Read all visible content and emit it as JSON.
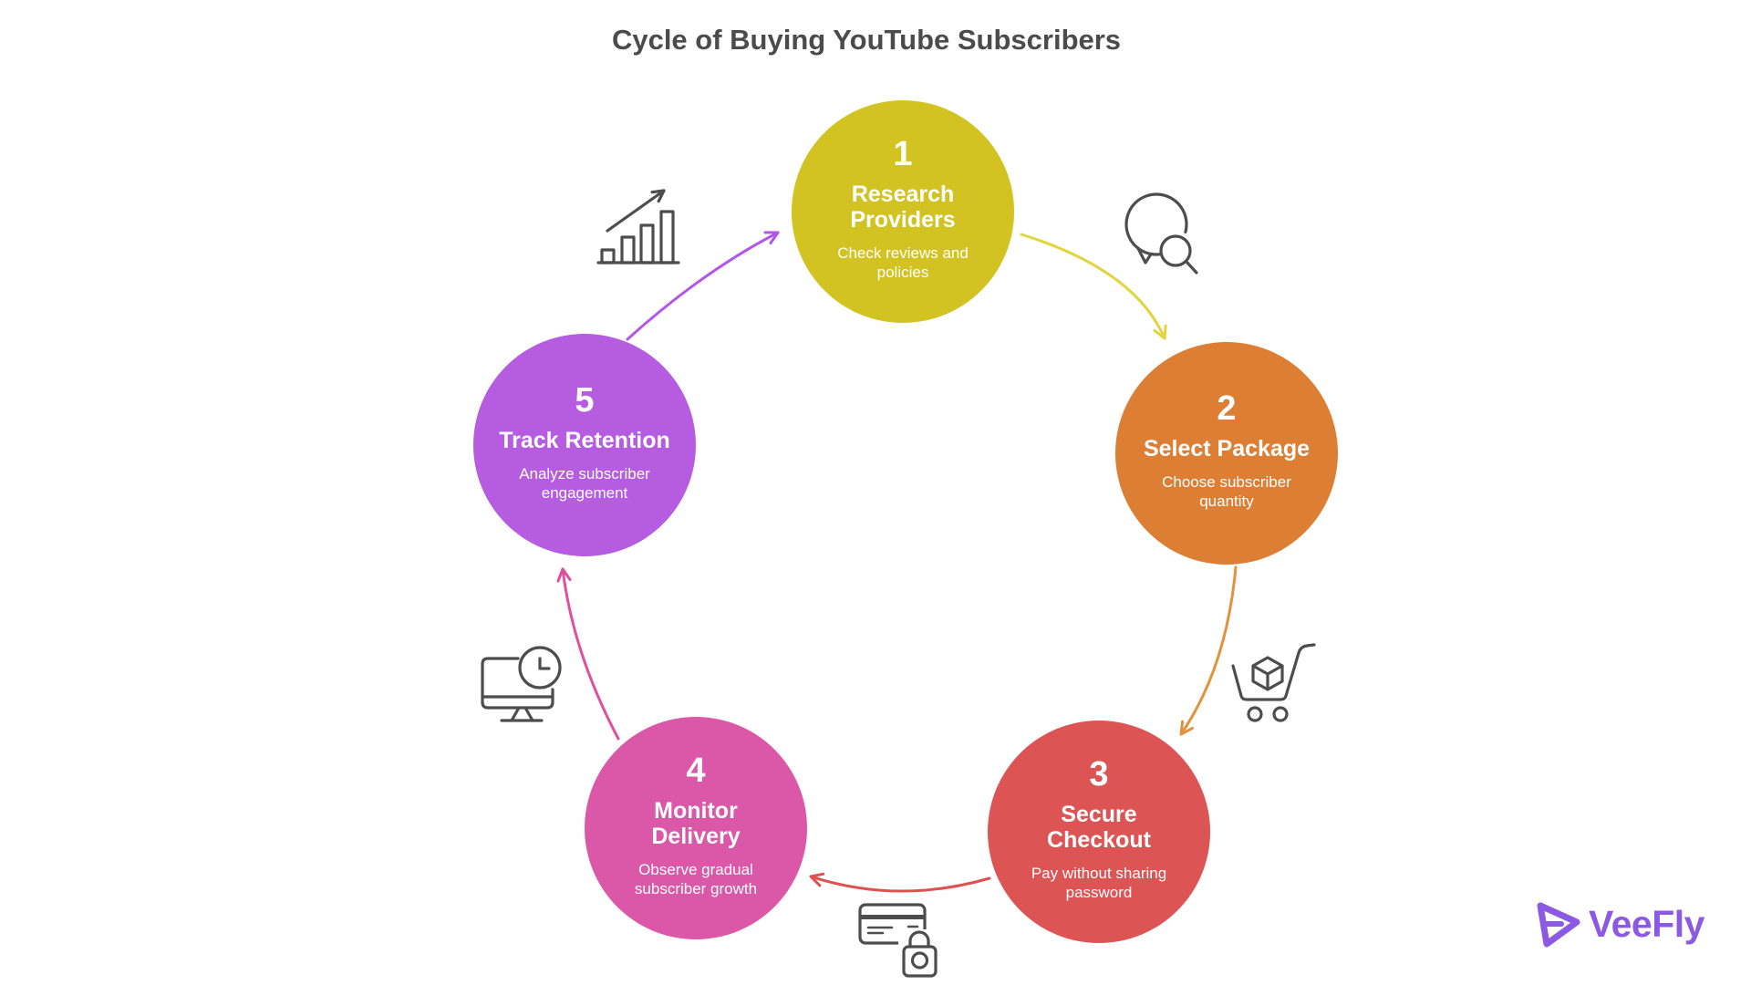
{
  "title": "Cycle of Buying YouTube Subscribers",
  "steps": [
    {
      "number": "1",
      "label": "Research Providers",
      "description": "Check reviews and policies",
      "color": "#d2c322",
      "arrow_color": "#e1d43c"
    },
    {
      "number": "2",
      "label": "Select Package",
      "description": "Choose subscriber quantity",
      "color": "#dd7e35",
      "arrow_color": "#e0923c"
    },
    {
      "number": "3",
      "label": "Secure Checkout",
      "description": "Pay without sharing password",
      "color": "#dd5454",
      "arrow_color": "#e05050"
    },
    {
      "number": "4",
      "label": "Monitor Delivery",
      "description": "Observe gradual subscriber growth",
      "color": "#db57a8",
      "arrow_color": "#e04f9e"
    },
    {
      "number": "5",
      "label": "Track Retention",
      "description": "Analyze subscriber engagement",
      "color": "#b55ce0",
      "arrow_color": "#b255eb"
    }
  ],
  "icons": [
    {
      "name": "chat-search-icon"
    },
    {
      "name": "cart-package-icon"
    },
    {
      "name": "card-lock-icon"
    },
    {
      "name": "monitor-clock-icon"
    },
    {
      "name": "growth-chart-icon"
    }
  ],
  "logo": {
    "text": "VeeFly",
    "color": "#8c5ae2"
  },
  "theme": {
    "background": "#ffffff",
    "title_color": "#4b4b4b",
    "icon_color": "#4d4d4d",
    "circle_text_color": "#ffffff"
  }
}
